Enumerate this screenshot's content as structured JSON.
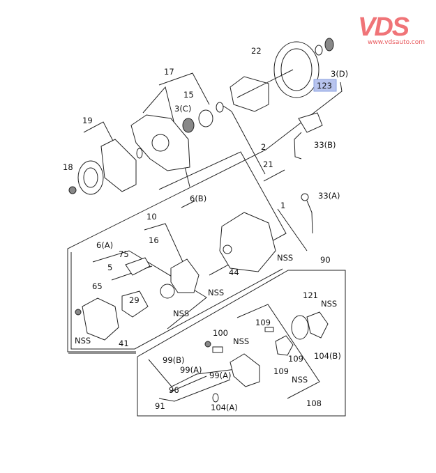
{
  "logo": {
    "brand": "VDS",
    "url": "www.vdsauto.com",
    "color": "#f07478"
  },
  "highlight": {
    "label": "123",
    "color": "#b8c4ee"
  },
  "callouts": [
    "22",
    "3(D)",
    "17",
    "15",
    "3(C)",
    "19",
    "2",
    "33(B)",
    "18",
    "21",
    "33(A)",
    "6(B)",
    "1",
    "10",
    "16",
    "6(A)",
    "75",
    "5",
    "NSS",
    "44",
    "90",
    "65",
    "29",
    "NSS",
    "121",
    "NSS",
    "NSS",
    "NSS",
    "41",
    "109",
    "100",
    "NSS",
    "99(B)",
    "109",
    "104(B)",
    "99(A)",
    "99(A)",
    "109",
    "NSS",
    "96",
    "91",
    "104(A)",
    "108"
  ]
}
